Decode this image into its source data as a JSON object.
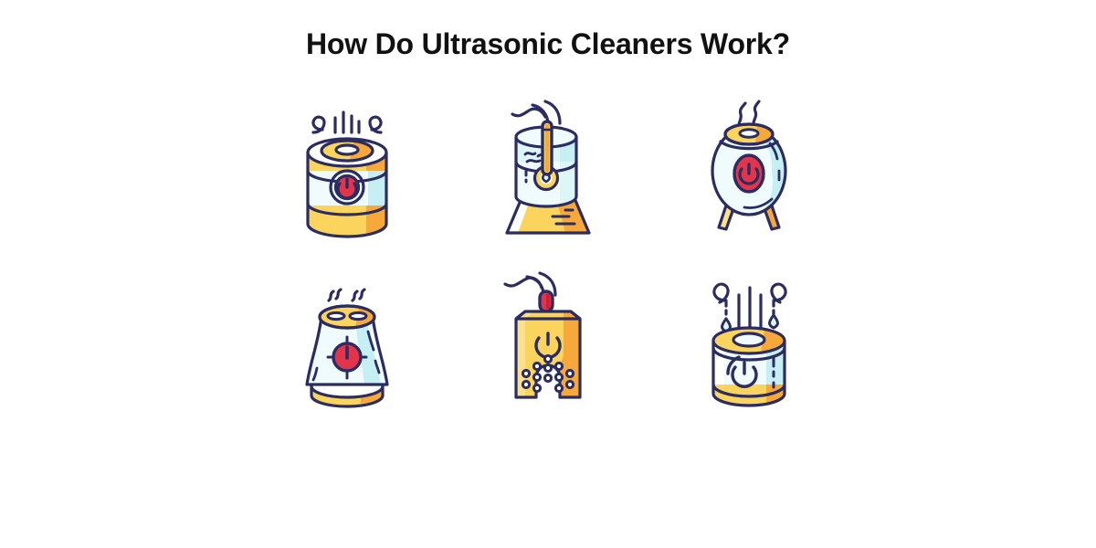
{
  "page": {
    "background_color": "#FFFFFF",
    "title": "How Do Ultrasonic Cleaners Work?"
  },
  "palette": {
    "outline_navy": "#2B2D62",
    "yellow": "#FBD45E",
    "yellow_light": "#FCE08A",
    "orange": "#F6A83B",
    "cyan_light": "#DDF6F7",
    "cyan_pale": "#EFFBFC",
    "cyan_mid": "#C6EFF4",
    "red": "#E2344A",
    "red_dark": "#C92038",
    "white": "#FFFFFF"
  },
  "illustration": {
    "subject": "ultrasonic humidifier / cleaner device icons",
    "style": "flat line art with navy outlines",
    "count": 6,
    "icons": [
      {
        "index": 1,
        "data_name": "icon-cylinder-humidifier",
        "label": "Cylindrical humidifier with steam swirls",
        "shape": "cylinder",
        "top_feature": "yellow ring nozzle",
        "button": "power-button-filled-red",
        "vapor": "spiral-curls-and-vertical-strokes",
        "body_color": "#EFFBFC",
        "accent_color": "#FBD45E"
      },
      {
        "index": 2,
        "data_name": "icon-water-tank-humidifier",
        "label": "Water tank humidifier with droplet indicator",
        "shape": "tank-with-flared-base",
        "top_feature": "vertical orange mist tube",
        "button": "droplet-indicator",
        "vapor": "wavy-steam-lines",
        "body_color": "#DDF6F7",
        "accent_color": "#FBD45E"
      },
      {
        "index": 3,
        "data_name": "icon-egg-humidifier",
        "label": "Egg shaped humidifier on legs",
        "shape": "oval-on-two-legs",
        "top_feature": "yellow oval vent",
        "button": "power-button-filled-red",
        "vapor": "double-wavy-steam",
        "body_color": "#DDF6F7",
        "accent_color": "#FBD45E"
      },
      {
        "index": 4,
        "data_name": "icon-hourglass-humidifier",
        "label": "Waisted hourglass humidifier with twin vents",
        "shape": "hourglass",
        "top_feature": "yellow top with two slot vents",
        "button": "power-button-filled-red",
        "vapor": "two-small-squiggles",
        "body_color": "#EFFBFC",
        "accent_color": "#FBD45E"
      },
      {
        "index": 5,
        "data_name": "icon-tower-humidifier",
        "label": "Yellow tower humidifier with perforated grille",
        "shape": "tall-tower-arch-base",
        "top_feature": "red mist nozzle",
        "button": "power-symbol-outline",
        "vapor": "curved-steam-arcs",
        "body_color": "#FBD45E",
        "accent_color": "#E2344A"
      },
      {
        "index": 6,
        "data_name": "icon-droplet-cylinder-humidifier",
        "label": "Cylinder humidifier with rising droplets",
        "shape": "cylinder",
        "top_feature": "yellow ring basin",
        "button": "power-symbol-outline",
        "vapor": "hook-curls-with-droplets",
        "body_color": "#DDF6F7",
        "accent_color": "#FBD45E"
      }
    ]
  }
}
